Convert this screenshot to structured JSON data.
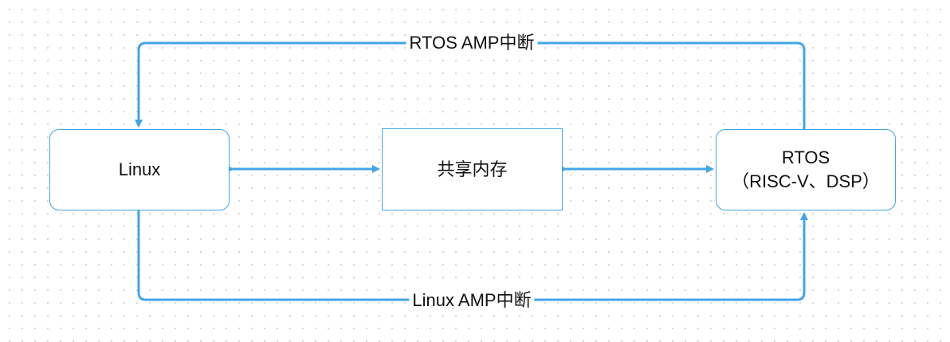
{
  "nodes": {
    "linux": {
      "label": "Linux"
    },
    "shared_memory": {
      "label": "共享内存"
    },
    "rtos": {
      "label_line1": "RTOS",
      "label_line2": "（RISC-V、DSP）"
    }
  },
  "edges": {
    "rtos_to_linux": {
      "label": "RTOS AMP中断"
    },
    "linux_to_rtos": {
      "label": "Linux AMP中断"
    }
  },
  "colors": {
    "accent": "#42a5e8",
    "text": "#111111",
    "background": "#ffffff"
  }
}
